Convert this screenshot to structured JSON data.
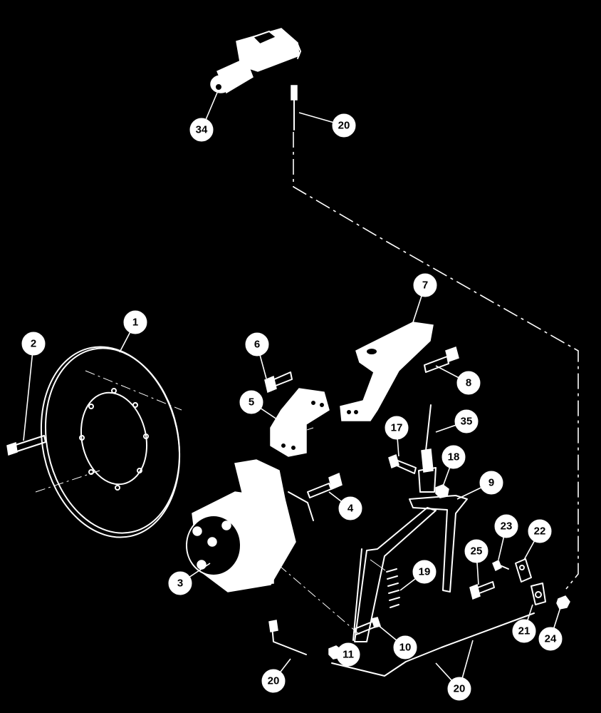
{
  "diagram": {
    "callouts": [
      {
        "label": "34"
      },
      {
        "label": "20"
      },
      {
        "label": "7"
      },
      {
        "label": "1"
      },
      {
        "label": "2"
      },
      {
        "label": "6"
      },
      {
        "label": "8"
      },
      {
        "label": "5"
      },
      {
        "label": "35"
      },
      {
        "label": "17"
      },
      {
        "label": "18"
      },
      {
        "label": "9"
      },
      {
        "label": "4"
      },
      {
        "label": "23"
      },
      {
        "label": "22"
      },
      {
        "label": "25"
      },
      {
        "label": "19"
      },
      {
        "label": "3"
      },
      {
        "label": "10"
      },
      {
        "label": "11"
      },
      {
        "label": "21"
      },
      {
        "label": "24"
      },
      {
        "label": "20"
      },
      {
        "label": "20"
      }
    ]
  },
  "colors": {
    "background": "#000000",
    "line": "#ffffff"
  }
}
